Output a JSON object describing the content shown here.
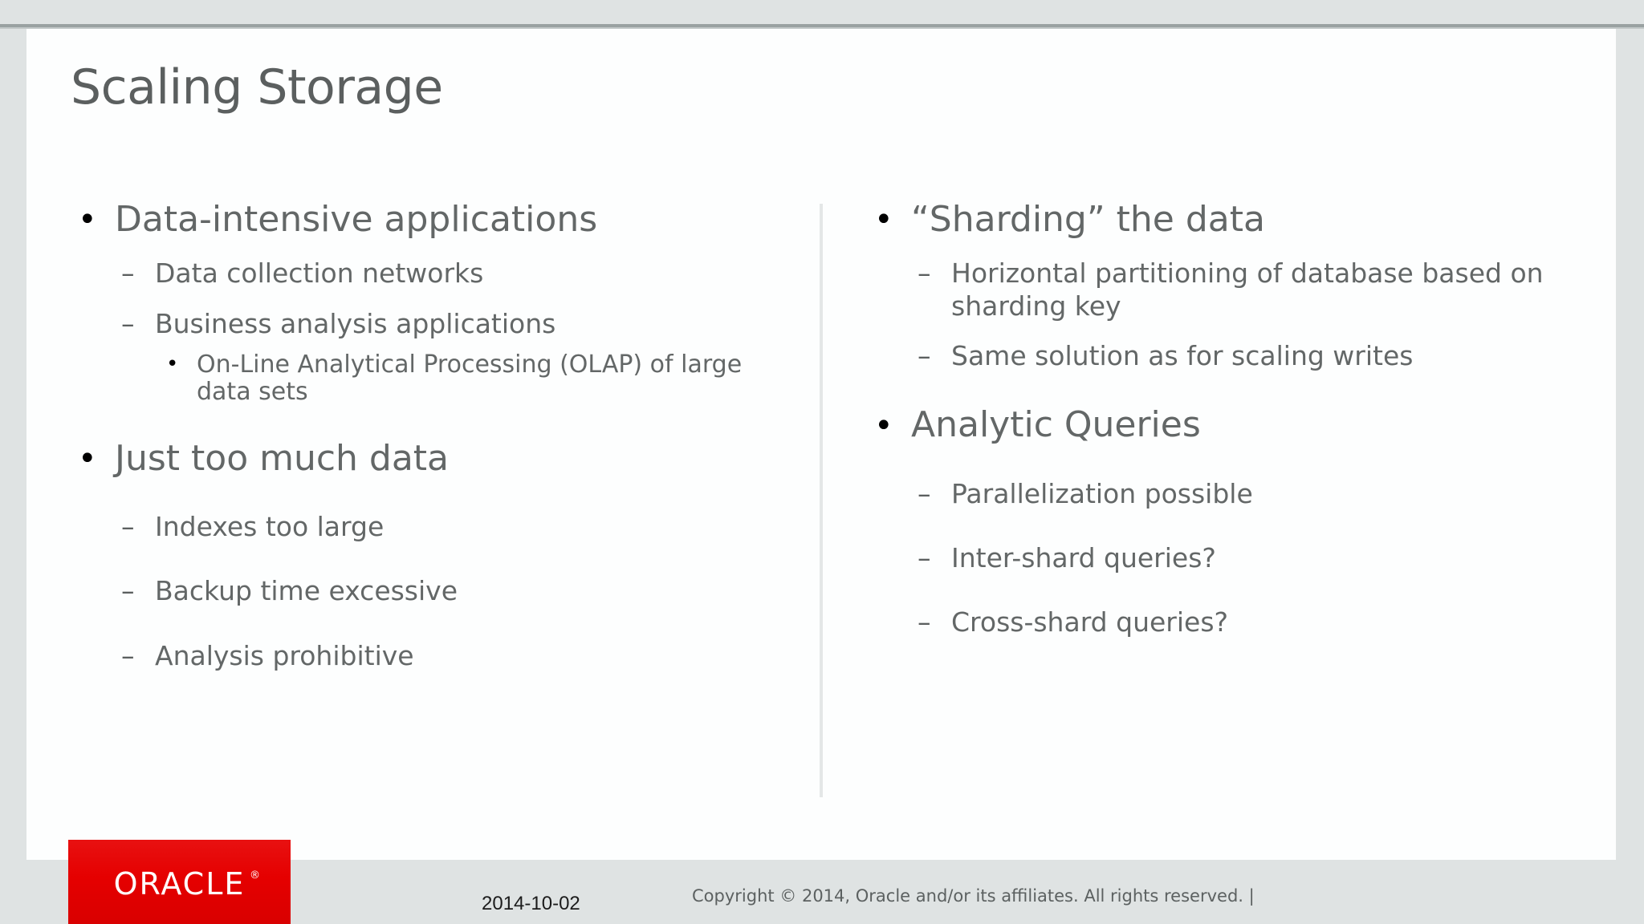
{
  "slide": {
    "title": "Scaling Storage",
    "title_color": "#5b5f5f",
    "background": "#fdfefe",
    "chrome_color": "#dfe3e3"
  },
  "columns": {
    "left": [
      {
        "level": 1,
        "text": "Data-intensive applications",
        "marker": "bullet-dot"
      },
      {
        "level": 2,
        "text": "Data collection networks",
        "marker": "en-dash"
      },
      {
        "level": 2,
        "text": "Business analysis applications",
        "marker": "en-dash"
      },
      {
        "level": 3,
        "text": "On-Line Analytical Processing (OLAP) of large data sets",
        "marker": "bullet-dot-small"
      },
      {
        "level": 1,
        "text": "Just too much data",
        "marker": "bullet-dot"
      },
      {
        "level": 2,
        "text": "Indexes too large",
        "marker": "en-dash"
      },
      {
        "level": 2,
        "text": "Backup time excessive",
        "marker": "en-dash"
      },
      {
        "level": 2,
        "text": "Analysis prohibitive",
        "marker": "en-dash"
      }
    ],
    "right": [
      {
        "level": 1,
        "text": "“Sharding” the data",
        "marker": "bullet-dot"
      },
      {
        "level": 2,
        "text": "Horizontal partitioning of database based on sharding key",
        "marker": "en-dash"
      },
      {
        "level": 2,
        "text": "Same solution as for scaling writes",
        "marker": "en-dash"
      },
      {
        "level": 1,
        "text": "Analytic Queries",
        "marker": "bullet-dot"
      },
      {
        "level": 2,
        "text": "Parallelization possible",
        "marker": "en-dash"
      },
      {
        "level": 2,
        "text": "Inter-shard queries?",
        "marker": "en-dash"
      },
      {
        "level": 2,
        "text": "Cross-shard queries?",
        "marker": "en-dash"
      }
    ]
  },
  "markers": {
    "bullet_dot": "•",
    "bullet_dot_small": "•",
    "en_dash": "–"
  },
  "footer": {
    "logo_text": "ORACLE",
    "logo_registered": "®",
    "logo_color": "#e50000",
    "date": "2014-10-02",
    "copyright": "Copyright © 2014, Oracle and/or its affiliates. All rights reserved.  |"
  }
}
